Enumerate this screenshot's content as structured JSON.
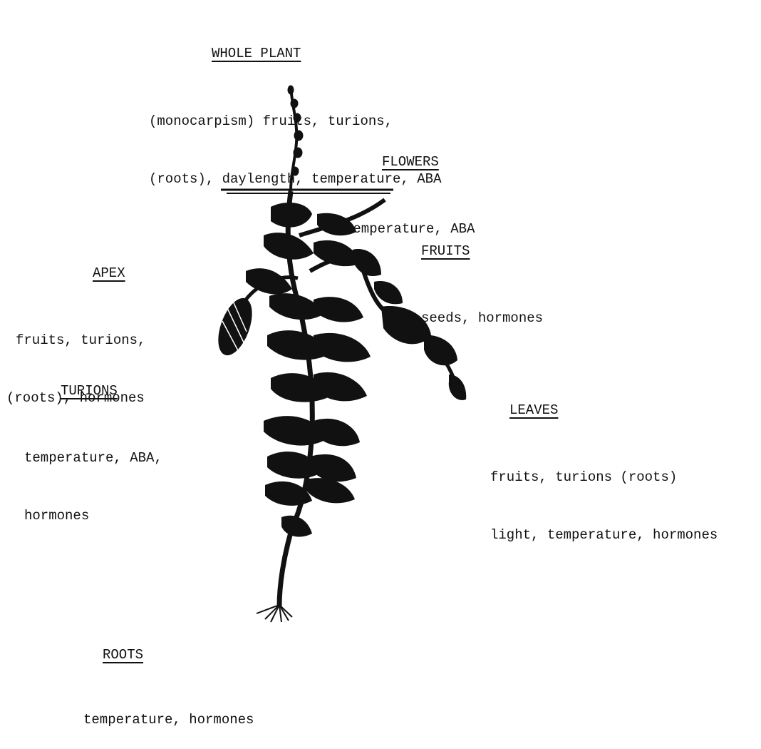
{
  "labels": {
    "whole_plant": {
      "heading": "WHOLE PLANT",
      "lines": [
        "(monocarpism) fruits, turions,",
        "(roots), daylength, temperature, ABA"
      ]
    },
    "flowers": {
      "heading": "FLOWERS",
      "lines": [
        "temperature, ABA"
      ]
    },
    "fruits": {
      "heading": "FRUITS",
      "lines": [
        "seeds, hormones"
      ]
    },
    "apex": {
      "heading": "APEX",
      "lines": [
        "fruits, turions,",
        "(roots), hormones"
      ]
    },
    "turions": {
      "heading": "TURIONS",
      "lines": [
        "temperature, ABA,",
        "hormones"
      ]
    },
    "leaves": {
      "heading": "LEAVES",
      "lines": [
        "fruits, turions (roots)",
        "light, temperature, hormones"
      ]
    },
    "roots": {
      "heading": "ROOTS",
      "lines": [
        "temperature, hormones"
      ]
    }
  }
}
